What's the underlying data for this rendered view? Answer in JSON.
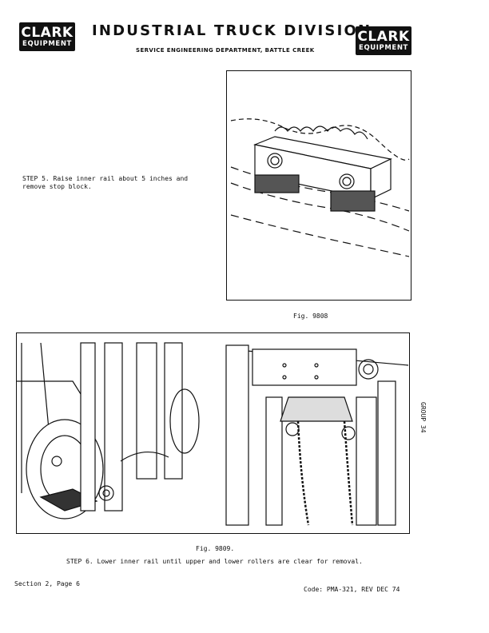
{
  "header": {
    "logo_left": {
      "line1": "CLARK",
      "line2": "EQUIPMENT"
    },
    "logo_right": {
      "line1": "CLARK",
      "line2": "EQUIPMENT"
    },
    "title": "INDUSTRIAL TRUCK DIVISION",
    "subtitle": "SERVICE ENGINEERING DEPARTMENT, BATTLE CREEK"
  },
  "steps": {
    "step5_line1": "STEP 5. Raise inner rail about 5 inches and",
    "step5_line2": "remove stop block.",
    "step6": "STEP 6. Lower inner rail until upper and lower rollers are clear for removal."
  },
  "figures": {
    "fig1_caption": "Fig. 9808",
    "fig2_caption": "Fig. 9809."
  },
  "side_label": "GROUP 34",
  "footer": {
    "section": "Section 2, Page 6",
    "code": "Code: PMA-321, REV DEC 74"
  }
}
